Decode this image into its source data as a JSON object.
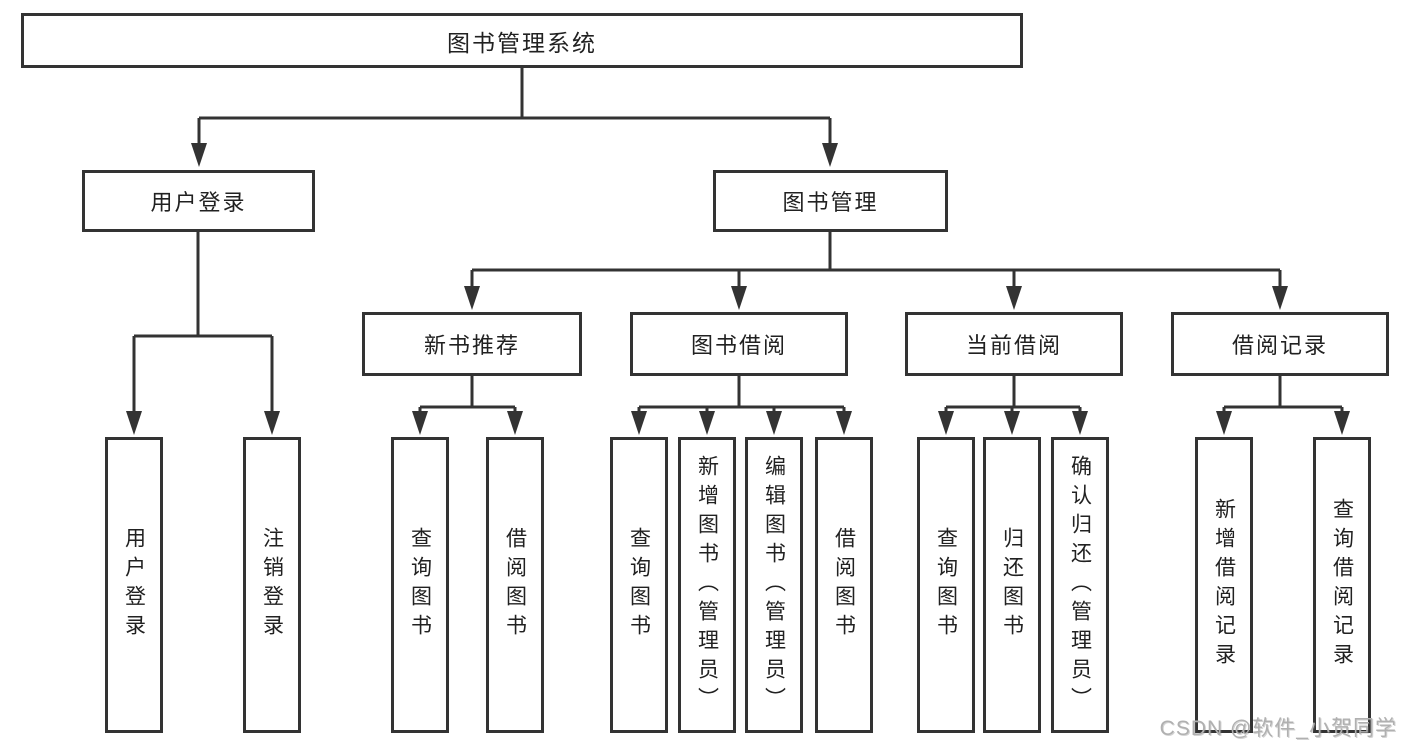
{
  "diagram": {
    "title": "图书管理系统",
    "branches": {
      "user_login": {
        "label": "用户登录",
        "children": [
          "用户登录",
          "注销登录"
        ]
      },
      "book_mgmt": {
        "label": "图书管理",
        "children": {
          "new_books": {
            "label": "新书推荐",
            "children": [
              "查询图书",
              "借阅图书"
            ]
          },
          "book_borrow": {
            "label": "图书借阅",
            "children": [
              "查询图书",
              "新增图书（管理员）",
              "编辑图书（管理员）",
              "借阅图书"
            ]
          },
          "current_borrow": {
            "label": "当前借阅",
            "children": [
              "查询图书",
              "归还图书",
              "确认归还（管理员）"
            ]
          },
          "borrow_records": {
            "label": "借阅记录",
            "children": [
              "新增借阅记录",
              "查询借阅记录"
            ]
          }
        }
      }
    },
    "watermark": "CSDN @软件_小贺同学",
    "colors": {
      "line": "#333333",
      "text": "#212121",
      "box_background": "#ffffff",
      "watermark_text": "#b0b0b0"
    }
  }
}
